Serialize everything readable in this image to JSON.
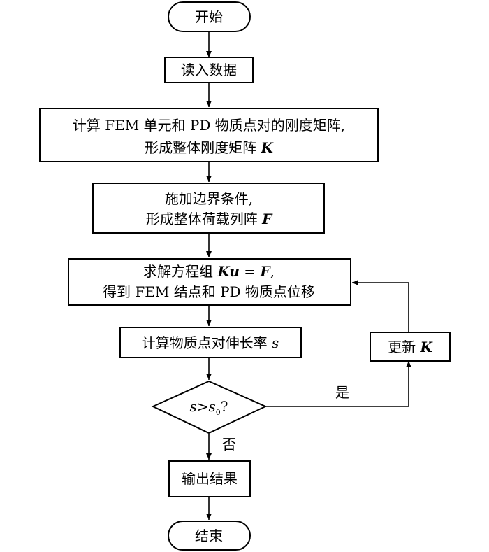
{
  "nodes": {
    "start": "开始",
    "read": "读入数据",
    "compute_stiffness": {
      "line1": "计算 FEM 单元和 PD 物质点对的刚度矩阵,",
      "line2": "形成整体刚度矩阵 ",
      "line2_symbol": "K"
    },
    "boundary": {
      "line1": "施加边界条件,",
      "line2": "形成整体荷载列阵 ",
      "line2_symbol": "F"
    },
    "solve": {
      "line1_pre": "求解方程组 ",
      "line1_K": "K",
      "line1_u": "u",
      "line1_eq": " = ",
      "line1_F": "F",
      "line1_end": ",",
      "line2": "得到 FEM 结点和 PD 物质点位移"
    },
    "stretch": {
      "text": "计算物质点对伸长率 ",
      "symbol": "s"
    },
    "decision": {
      "s": "s",
      "gt": ">",
      "s0": "s",
      "sub": "0",
      "q": "?"
    },
    "update": {
      "text": "更新 ",
      "symbol": "K"
    },
    "output": "输出结果",
    "end": "结束"
  },
  "edges": {
    "yes_label": "是",
    "no_label": "否"
  }
}
